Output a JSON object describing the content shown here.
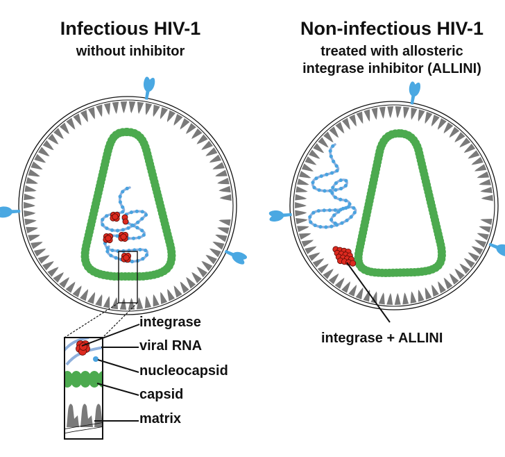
{
  "left_panel": {
    "title": "Infectious HIV-1",
    "subtitle": "without inhibitor",
    "inset_labels": {
      "integrase": "integrase",
      "viral_rna": "viral RNA",
      "nucleocapsid": "nucleocapsid",
      "capsid": "capsid",
      "matrix": "matrix"
    }
  },
  "right_panel": {
    "title": "Non-infectious HIV-1",
    "subtitle_line1": "treated with allosteric",
    "subtitle_line2": "integrase inhibitor  (ALLINI)",
    "callout_label": "integrase + ALLINI"
  },
  "colors": {
    "matrix": "#7a7a7a",
    "capsid": "#4caa4f",
    "rna": "#8fb0dc",
    "nucleocapsid": "#4aa3e0",
    "integrase": "#dd2a1f",
    "envelope_spike": "#4aa8e2",
    "outline": "#111111"
  }
}
